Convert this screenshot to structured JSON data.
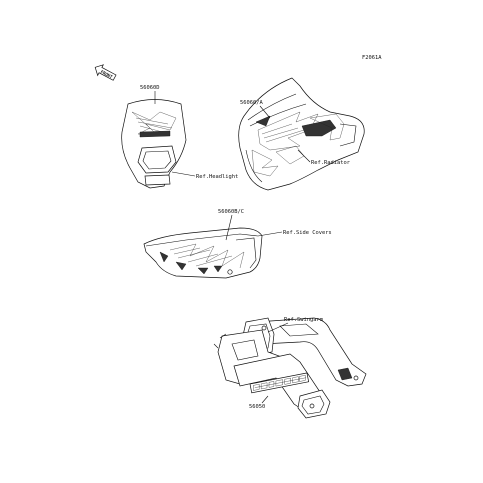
{
  "figure_id": "F2061A",
  "front_indicator": "FRONT",
  "labels": {
    "part_56060D": "56060D",
    "part_56060A": "56060/A",
    "part_56060BC": "56060B/C",
    "part_56050": "56050",
    "ref_headlight": "Ref.Headlight",
    "ref_radiator": "Ref.Radiator",
    "ref_side_covers": "Ref.Side Covers",
    "ref_swingarm": "Ref.Swingarm"
  }
}
